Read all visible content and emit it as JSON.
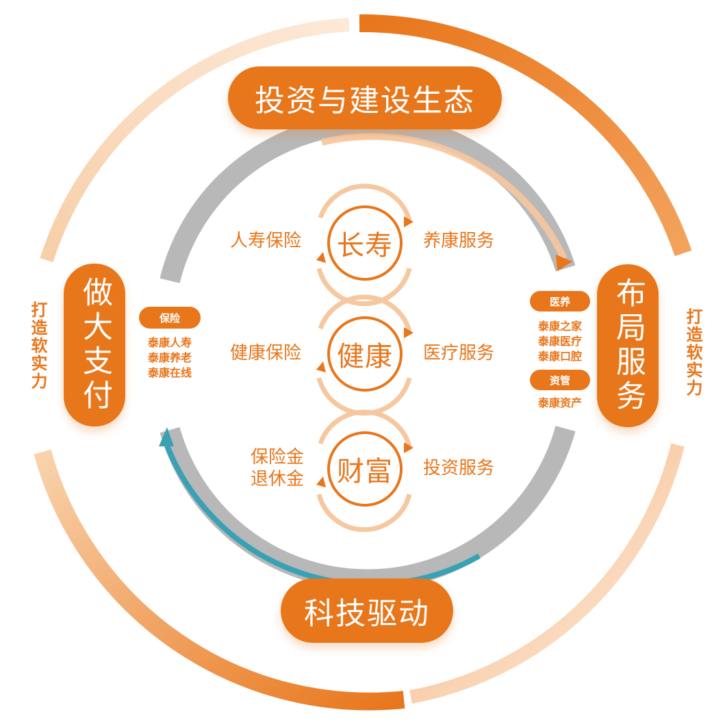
{
  "top_banner": "投资与建设生态",
  "bottom_banner": "科技驱动",
  "left_banner": "做大支付",
  "right_banner": "布局服务",
  "side_text_left": "打造软实力",
  "side_text_right": "打造软实力",
  "left_group": {
    "tag": "保险",
    "items": [
      "泰康人寿",
      "泰康养老",
      "泰康在线"
    ]
  },
  "right_group_1": {
    "tag": "医养",
    "items": [
      "泰康之家",
      "泰康医疗",
      "泰康口腔"
    ]
  },
  "right_group_2": {
    "tag": "资管",
    "items": [
      "泰康资产"
    ]
  },
  "cores": [
    {
      "label": "长寿",
      "left": "人寿保险",
      "right": "养康服务"
    },
    {
      "label": "健康",
      "left": "健康保险",
      "right": "医疗服务"
    },
    {
      "label": "财富",
      "left": "保险金\n退休金",
      "right": "投资服务"
    }
  ],
  "colors": {
    "orange": "#e8761b",
    "light_orange": "#f6c8a0",
    "gray": "#b8b8b8",
    "teal": "#3aa1b4"
  }
}
